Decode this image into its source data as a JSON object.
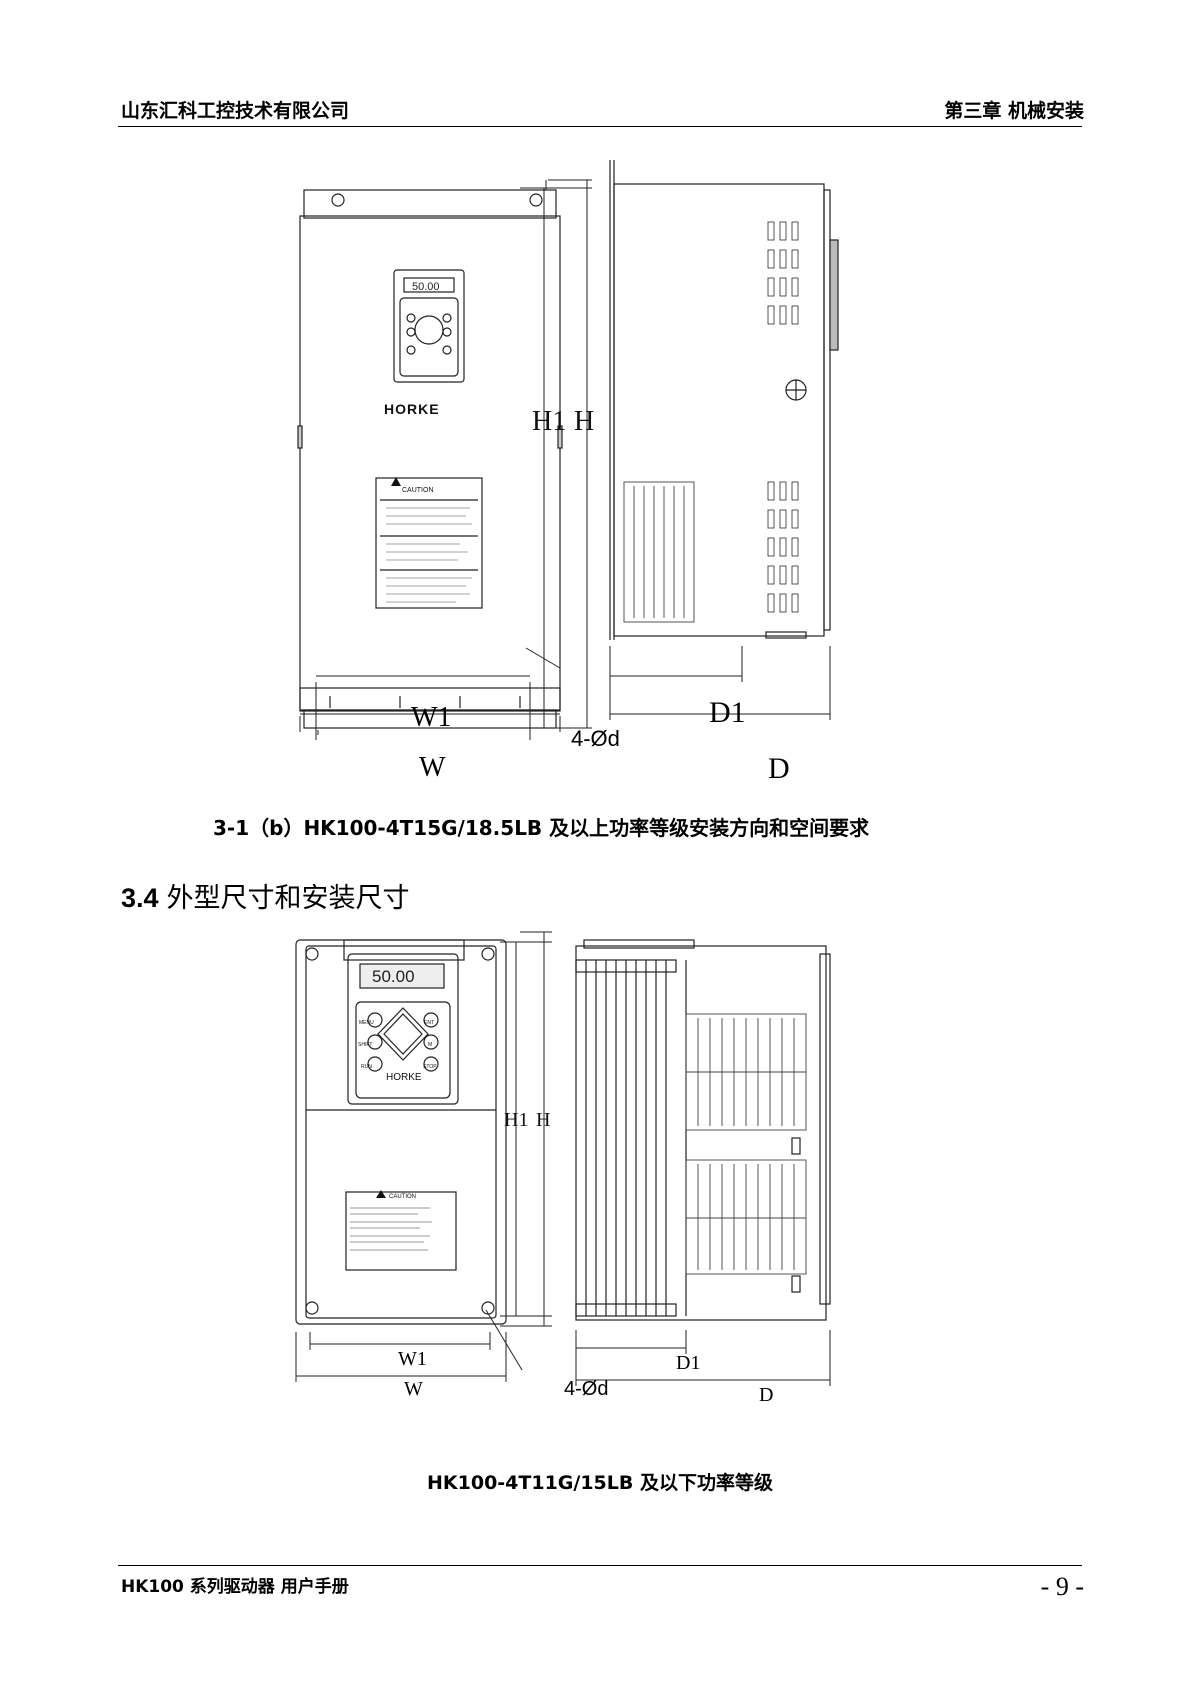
{
  "header": {
    "company": "山东汇科工控技术有限公司",
    "chapter": "第三章 机械安装"
  },
  "figure1": {
    "brand": "HORKE",
    "display": "50.00",
    "caution": "CAUTION",
    "dims": {
      "h1": "H1",
      "h": "H",
      "w1": "W1",
      "w": "W",
      "holes": "4-Ød",
      "d1": "D1",
      "d": "D"
    },
    "caption": "3-1（b）HK100-4T15G/18.5LB 及以上功率等级安装方向和空间要求"
  },
  "section": {
    "number": "3.4",
    "title": "外型尺寸和安装尺寸"
  },
  "figure2": {
    "brand": "HORKE",
    "display": "50.00",
    "caution": "CAUTION",
    "keys": {
      "menu": "MENU",
      "ent": "ENT",
      "shift": "SHIFT",
      "m": "M",
      "run": "RUN",
      "stop": "STOP"
    },
    "dims": {
      "h1": "H1",
      "h": "H",
      "w1": "W1",
      "w": "W",
      "holes": "4-Ød",
      "d1": "D1",
      "d": "D"
    },
    "caption": "HK100-4T11G/15LB 及以下功率等级"
  },
  "footer": {
    "manual": "HK100 系列驱动器 用户手册",
    "page": "- 9 -"
  }
}
